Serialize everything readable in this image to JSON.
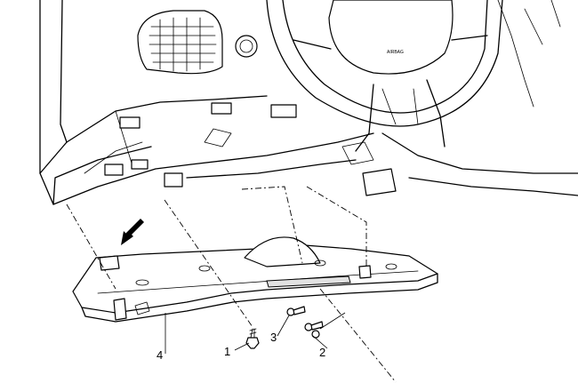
{
  "diagram": {
    "callouts": [
      {
        "id": "1",
        "label": "1"
      },
      {
        "id": "2",
        "label": "2"
      },
      {
        "id": "3",
        "label": "3"
      },
      {
        "id": "4",
        "label": "4"
      }
    ],
    "airbag_text": "AIRBAG",
    "arrow_icon": "bold-arrow-down-left-icon"
  }
}
